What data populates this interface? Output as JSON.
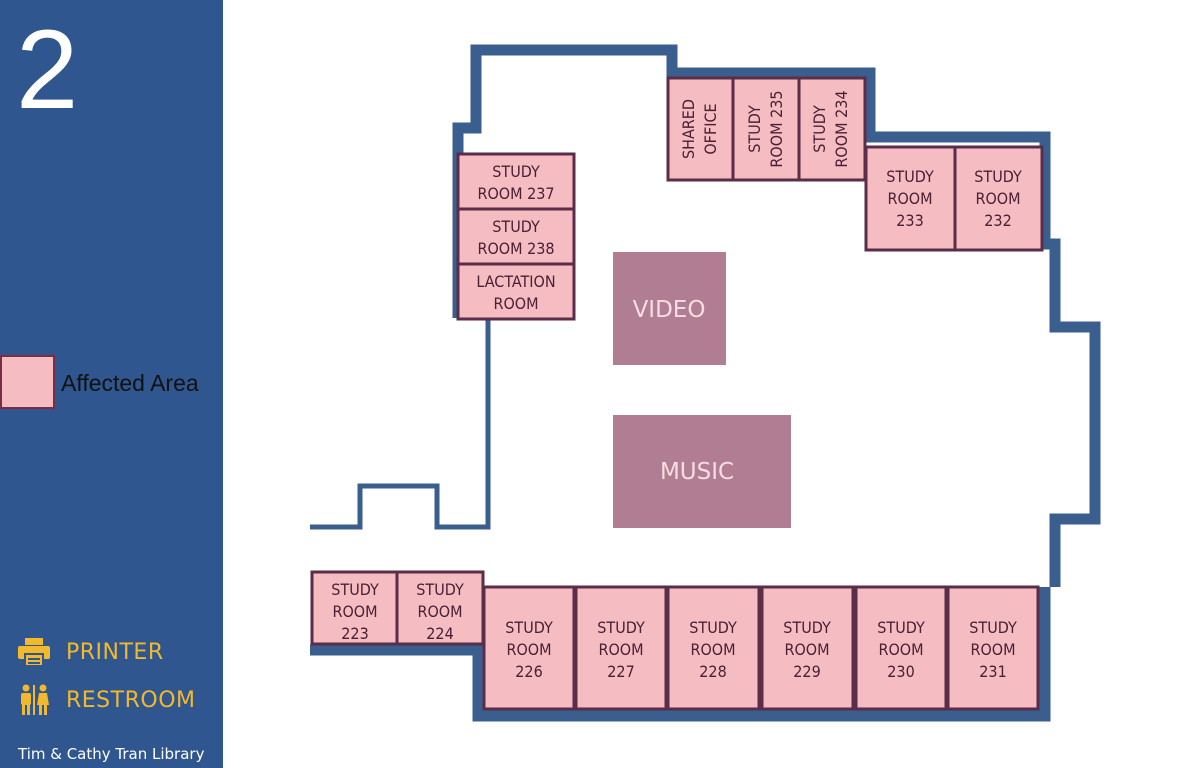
{
  "floor": {
    "number": "2"
  },
  "legend": {
    "affected_label": "Affected Area",
    "affected_color": "#f5bcc2"
  },
  "services": {
    "printer": {
      "label": "PRINTER",
      "icon": "printer-icon"
    },
    "restroom": {
      "label": "RESTROOM",
      "icon": "restroom-icon"
    }
  },
  "library_name": "Tim & Cathy Tran Library",
  "colors": {
    "sidebar": "#2f568e",
    "wall": "#3a5f8e",
    "affected": "#f5bcc2",
    "room_border": "#5a2d48",
    "facility": "#b07d92",
    "accent": "#f2b92d"
  },
  "rooms": {
    "study_237": [
      "STUDY",
      "ROOM 237"
    ],
    "study_238": [
      "STUDY",
      "ROOM 238"
    ],
    "lactation": [
      "LACTATION",
      "ROOM"
    ],
    "shared_office": [
      "SHARED",
      "OFFICE"
    ],
    "study_235": [
      "STUDY",
      "ROOM 235"
    ],
    "study_234": [
      "STUDY",
      "ROOM 234"
    ],
    "study_233": [
      "STUDY",
      "ROOM",
      "233"
    ],
    "study_232": [
      "STUDY",
      "ROOM",
      "232"
    ],
    "study_223": [
      "STUDY",
      "ROOM",
      "223"
    ],
    "study_224": [
      "STUDY",
      "ROOM",
      "224"
    ],
    "study_226": [
      "STUDY",
      "ROOM",
      "226"
    ],
    "study_227": [
      "STUDY",
      "ROOM",
      "227"
    ],
    "study_228": [
      "STUDY",
      "ROOM",
      "228"
    ],
    "study_229": [
      "STUDY",
      "ROOM",
      "229"
    ],
    "study_230": [
      "STUDY",
      "ROOM",
      "230"
    ],
    "study_231": [
      "STUDY",
      "ROOM",
      "231"
    ]
  },
  "facilities": {
    "video": "VIDEO",
    "music": "MUSIC"
  }
}
